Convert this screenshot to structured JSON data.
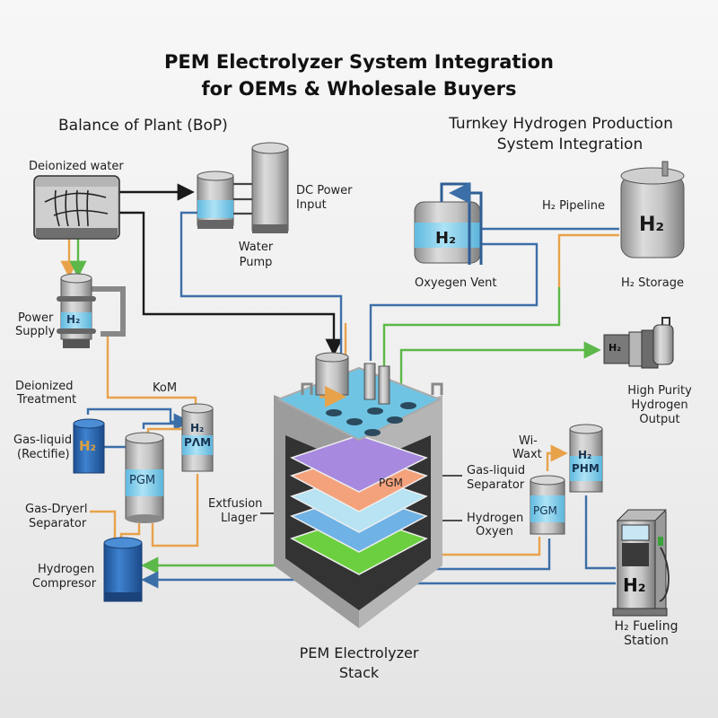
{
  "title": {
    "line1": "PEM Electrolyzer System Integration",
    "line2": "for OEMs & Wholesale Buyers"
  },
  "sections": {
    "left": "Balance of Plant (BoP)",
    "right_line1": "Turnkey Hydrogen Production",
    "right_line2": "System Integration"
  },
  "labels": {
    "deionized_water": "Deionized water",
    "dc_power_line1": "DC Power",
    "dc_power_line2": "Input",
    "water_pump_line1": "Water",
    "water_pump_line2": "Pump",
    "power_supply_line1": "Power",
    "power_supply_line2": "Supply",
    "deionized_treatment_line1": "Deionized",
    "deionized_treatment_line2": "Treatment",
    "kom": "KoM",
    "gas_liquid_rectifie_line1": "Gas-liquid",
    "gas_liquid_rectifie_line2": "(Rectifie)",
    "gas_dryer_line1": "Gas-Dryerl",
    "gas_dryer_line2": "Separator",
    "hydrogen_compressor_line1": "Hydrogen",
    "hydrogen_compressor_line2": "Compresor",
    "extfusion_line1": "Extfusion",
    "extfusion_line2": "Llager",
    "h2_pipeline": "H₂ Pipeline",
    "oxygen_vent": "Oxyegen Vent",
    "h2_storage": "H₂ Storage",
    "high_purity_line1": "High Purity",
    "high_purity_line2": "Hydrogen",
    "high_purity_line3": "Output",
    "wi_waxt_line1": "Wi-",
    "wi_waxt_line2": "Waxt",
    "gas_liquid_sep_line1": "Gas-liquid",
    "gas_liquid_sep_line2": "Separator",
    "hydrogen_oxyen_line1": "Hydrogen",
    "hydrogen_oxyen_line2": "Oxyen",
    "fueling_line1": "H₂ Fueling",
    "fueling_line2": "Station",
    "stack_line1": "PEM Electrolyzer",
    "stack_line2": "Stack"
  },
  "vessel_marks": {
    "h2": "H₂",
    "pgm": "PGM",
    "phm": "PHM",
    "pnm": "PΛM"
  },
  "colors": {
    "water_line": "#3c6fa8",
    "power_line": "#e8a24a",
    "hydrogen_line": "#5cb848",
    "signal_line": "#1a1a1a",
    "liquid": "#8fd3ee",
    "vessel_blue": "#2f6bb3"
  }
}
